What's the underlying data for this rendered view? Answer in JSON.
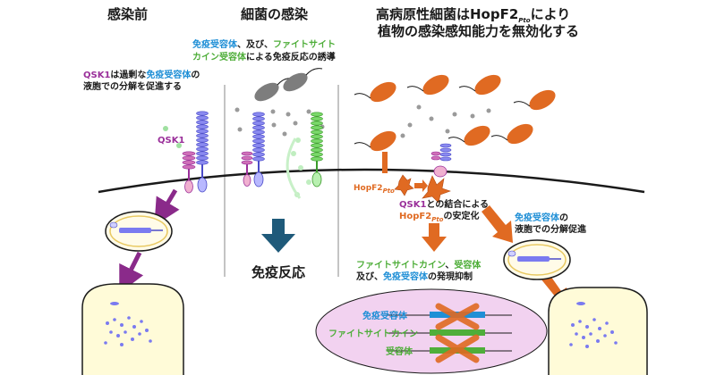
{
  "headings": {
    "before": "感染前",
    "infection": "細菌の感染",
    "hopf2_line1": "高病原性細菌はHopF2",
    "hopf2_sub": "Pto",
    "hopf2_line1_tail": "により",
    "hopf2_line2": "植物の感染感知能力を無効化する"
  },
  "induction": {
    "immune_receptor": "免疫受容体",
    "sep1": "、及び、",
    "phytosulfokine": "ファイトサイト",
    "phytosulfokine_receptor": "カイン受容体",
    "tail": "による免疫反応の誘導"
  },
  "qsk1_note": {
    "qsk1": "QSK1",
    "text1": "は過剰な",
    "receptor": "免疫受容体",
    "text2": "の",
    "line2": "液胞での分解を促進する"
  },
  "qsk1_label": "QSK1",
  "immune_response": "免疫反応",
  "hopf2_label": {
    "main": "HopF2",
    "sub": "Pto"
  },
  "binding": {
    "qsk1": "QSK1",
    "line1_tail": "との結合による",
    "hopf2": "HopF2",
    "hopf2_sub": "Pto",
    "line2_tail": "の安定化"
  },
  "vacuole_note": {
    "receptor": "免疫受容体",
    "tail": "の",
    "line2": "液胞での分解促進"
  },
  "suppression": {
    "phyto": "ファイトサイトカイン",
    "sep": "、",
    "receptor": "受容体",
    "line2_a": "及び、",
    "immune": "免疫受容体",
    "line2_b": "の発現抑制"
  },
  "genes": [
    {
      "label": "免疫受容体",
      "color": "#1f8fd6"
    },
    {
      "label": "ファイトサイトカイン",
      "color": "#4fae3a"
    },
    {
      "label": "受容体",
      "color": "#4fae3a"
    }
  ],
  "colors": {
    "bacteria_gray": "#7d7d7d",
    "bacteria_orange": "#e06a22",
    "membrane": "#1a1a1a",
    "big_arrow": "#1f5a7a",
    "purple_arrow": "#8a2a8a",
    "receptor_blue": "#6a6ae8",
    "receptor_green": "#49b83a",
    "receptor_pink": "#d070b8"
  }
}
